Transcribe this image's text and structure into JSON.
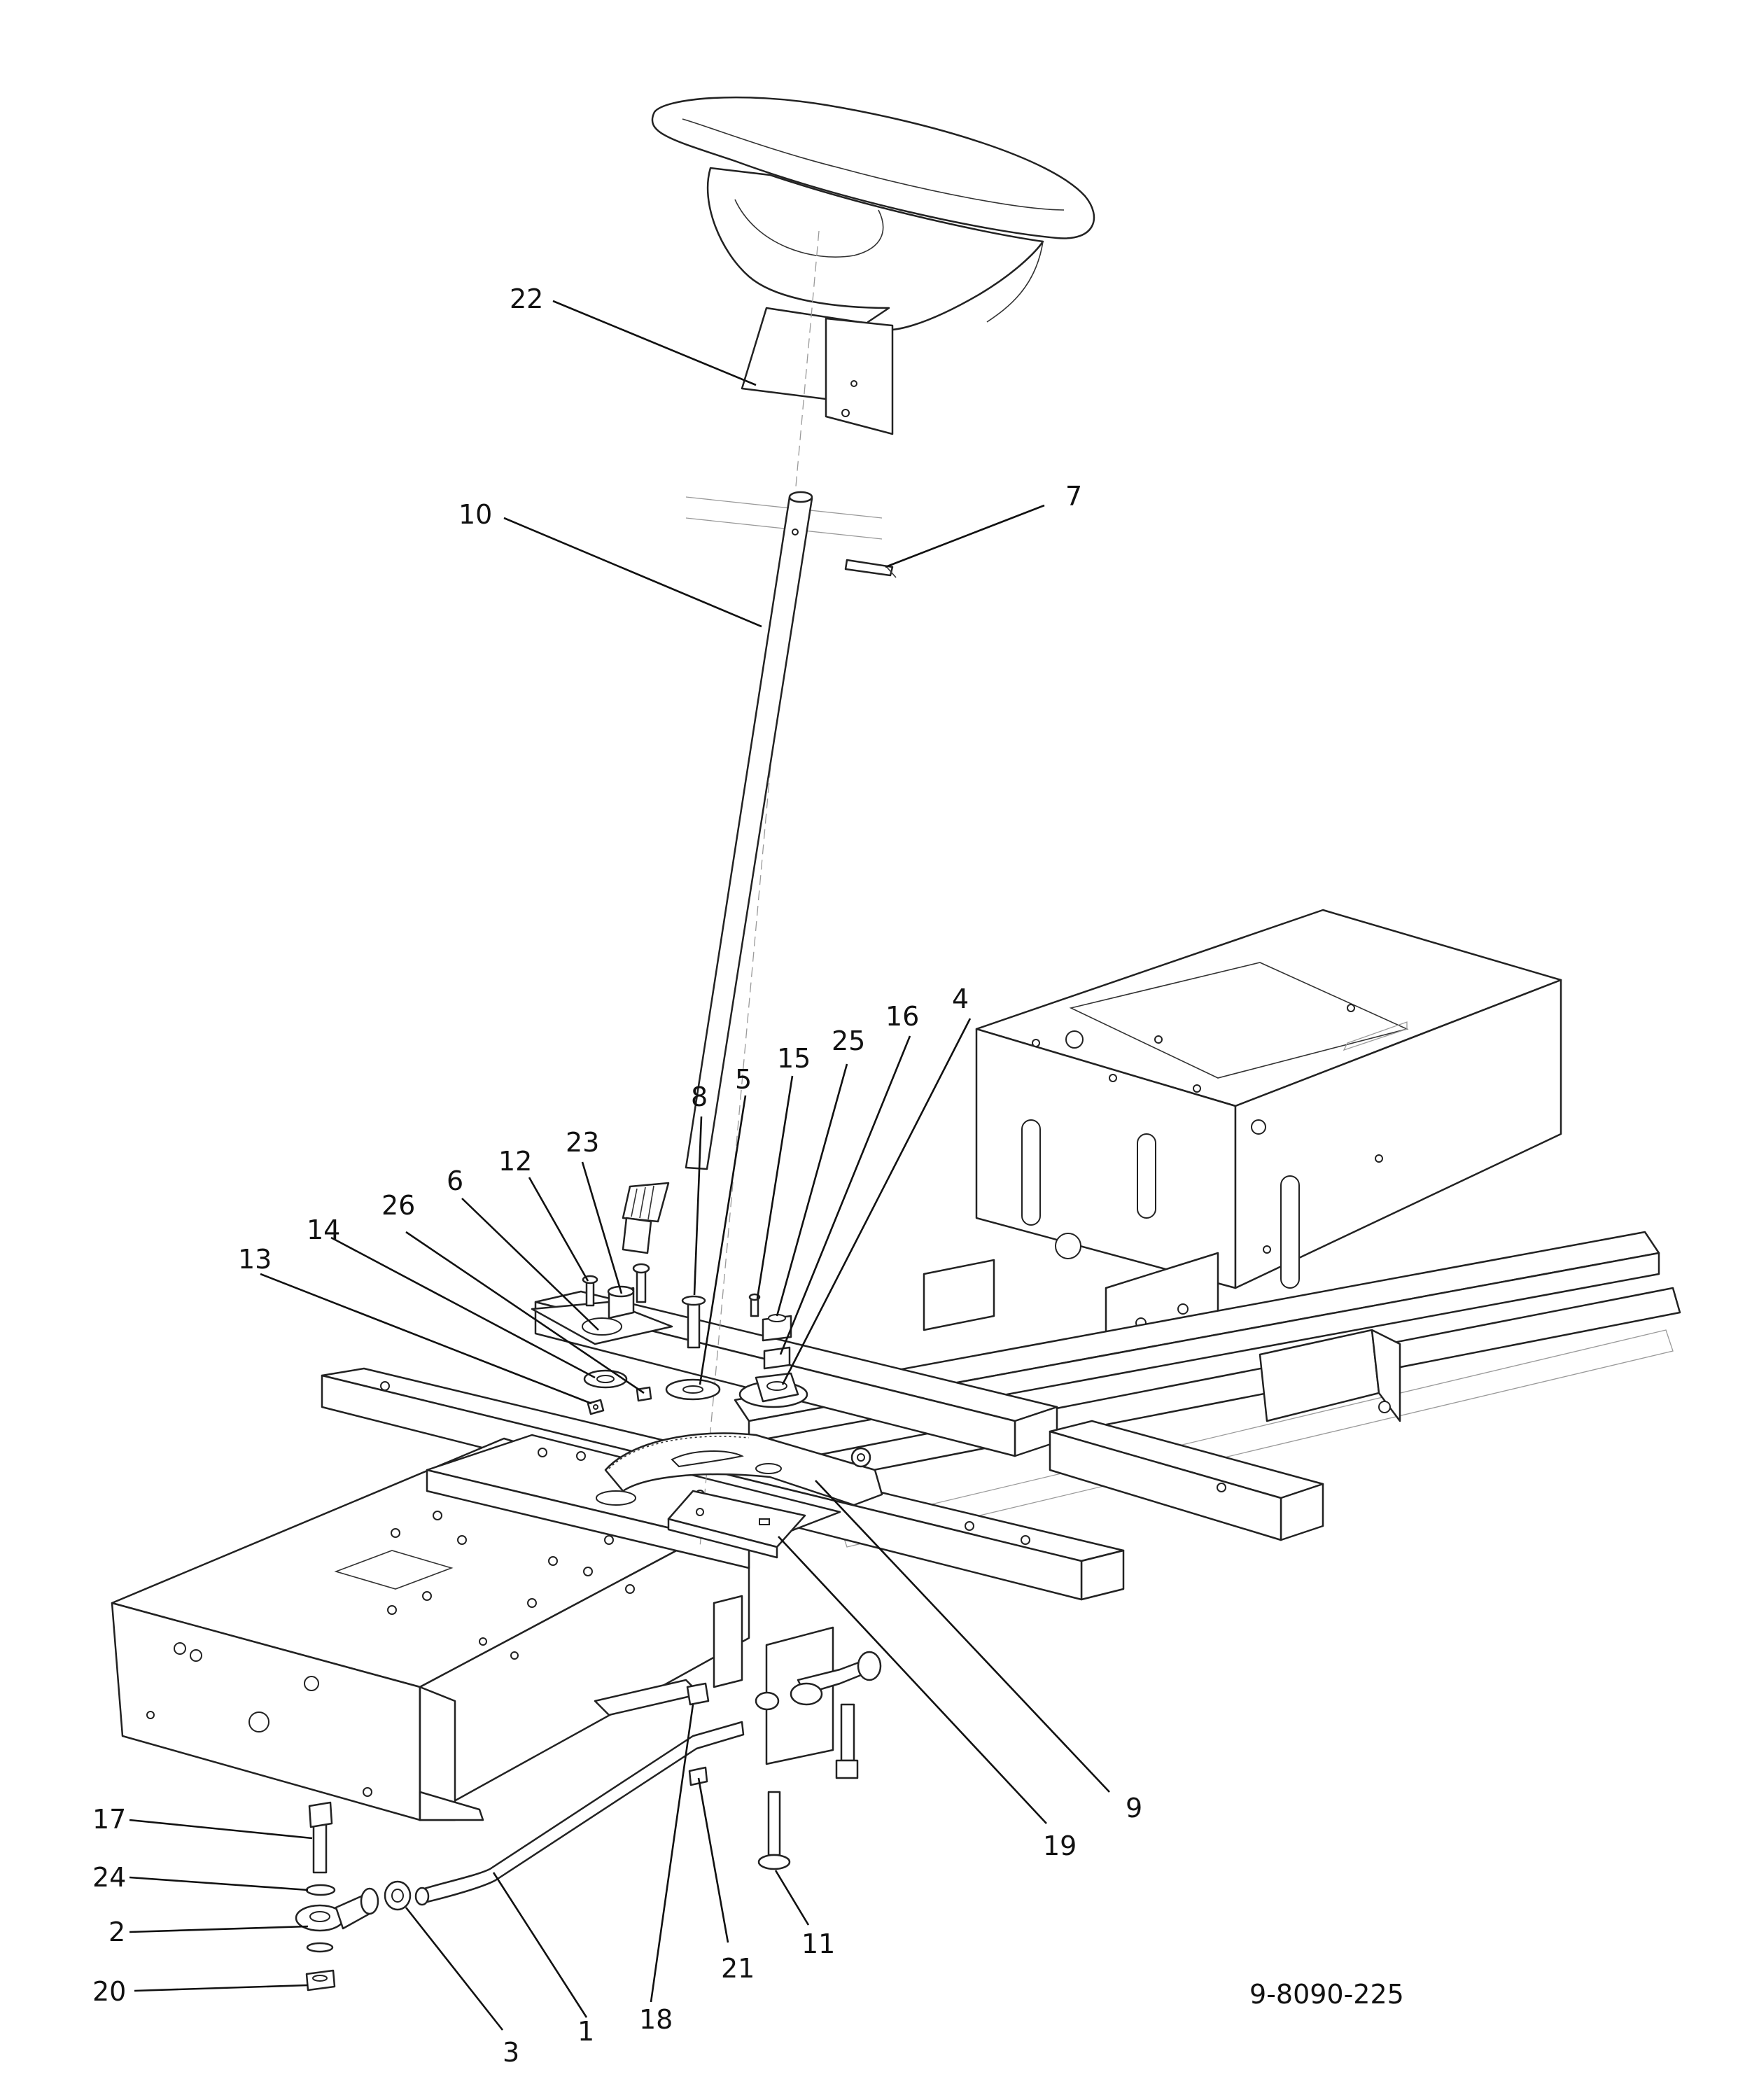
{
  "drawing_number": "9-8090-225",
  "parts": [
    {
      "id": "p1",
      "label": "1"
    },
    {
      "id": "p2",
      "label": "2"
    },
    {
      "id": "p3",
      "label": "3"
    },
    {
      "id": "p4",
      "label": "4"
    },
    {
      "id": "p5",
      "label": "5"
    },
    {
      "id": "p6",
      "label": "6"
    },
    {
      "id": "p7",
      "label": "7"
    },
    {
      "id": "p8",
      "label": "8"
    },
    {
      "id": "p9",
      "label": "9"
    },
    {
      "id": "p10",
      "label": "10"
    },
    {
      "id": "p11",
      "label": "11"
    },
    {
      "id": "p12",
      "label": "12"
    },
    {
      "id": "p13",
      "label": "13"
    },
    {
      "id": "p14",
      "label": "14"
    },
    {
      "id": "p15",
      "label": "15"
    },
    {
      "id": "p16",
      "label": "16"
    },
    {
      "id": "p17",
      "label": "17"
    },
    {
      "id": "p18",
      "label": "18"
    },
    {
      "id": "p19",
      "label": "19"
    },
    {
      "id": "p20",
      "label": "20"
    },
    {
      "id": "p21",
      "label": "21"
    },
    {
      "id": "p22",
      "label": "22"
    },
    {
      "id": "p23",
      "label": "23"
    },
    {
      "id": "p24",
      "label": "24"
    },
    {
      "id": "p25",
      "label": "25"
    },
    {
      "id": "p26",
      "label": "26"
    }
  ]
}
